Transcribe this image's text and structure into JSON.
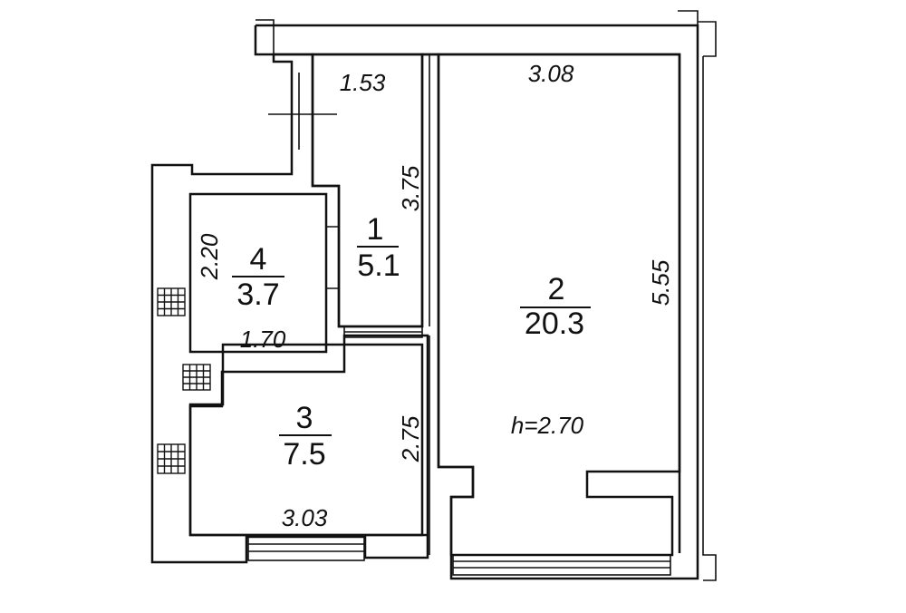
{
  "rooms": [
    {
      "number": "1",
      "area": "5.1"
    },
    {
      "number": "2",
      "area": "20.3"
    },
    {
      "number": "3",
      "area": "7.5"
    },
    {
      "number": "4",
      "area": "3.7"
    }
  ],
  "dimensions": {
    "room1_width": "1.53",
    "room1_length": "3.75",
    "room2_width": "3.08",
    "room2_length": "5.55",
    "room3_width": "3.03",
    "room3_length": "2.75",
    "room4_width": "1.70",
    "room4_length": "2.20"
  },
  "ceiling_height": "h=2.70"
}
